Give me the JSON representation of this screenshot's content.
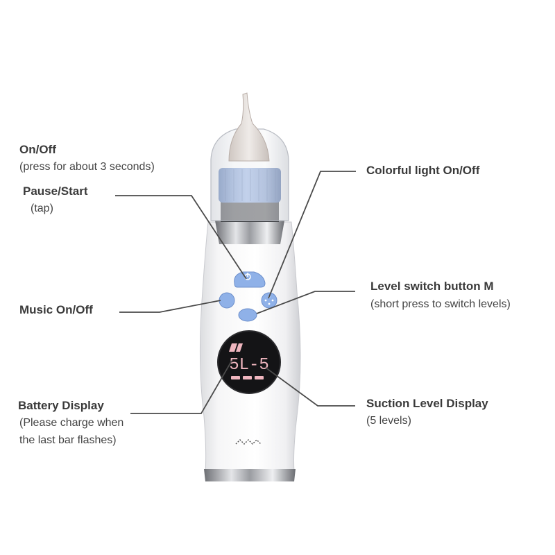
{
  "labels": {
    "onoff": {
      "title": "On/Off",
      "sub": "(press for about 3 seconds)"
    },
    "pause": {
      "title": "Pause/Start",
      "sub": "(tap)"
    },
    "music": {
      "title": "Music On/Off"
    },
    "battery": {
      "title": "Battery Display",
      "sub1": "(Please charge when",
      "sub2": "the last bar flashes)"
    },
    "light": {
      "title": "Colorful light On/Off"
    },
    "level": {
      "title": "Level switch button M",
      "sub": "(short press to switch levels)"
    },
    "suction": {
      "title": "Suction Level Display",
      "sub": "(5 levels)"
    }
  },
  "display": {
    "text": "5L-5"
  },
  "colors": {
    "button": "#8fb1e8",
    "canister_blue": "#6f92cf",
    "screen_text": "#f0b6bf",
    "leader_line": "#4a4a4a"
  }
}
